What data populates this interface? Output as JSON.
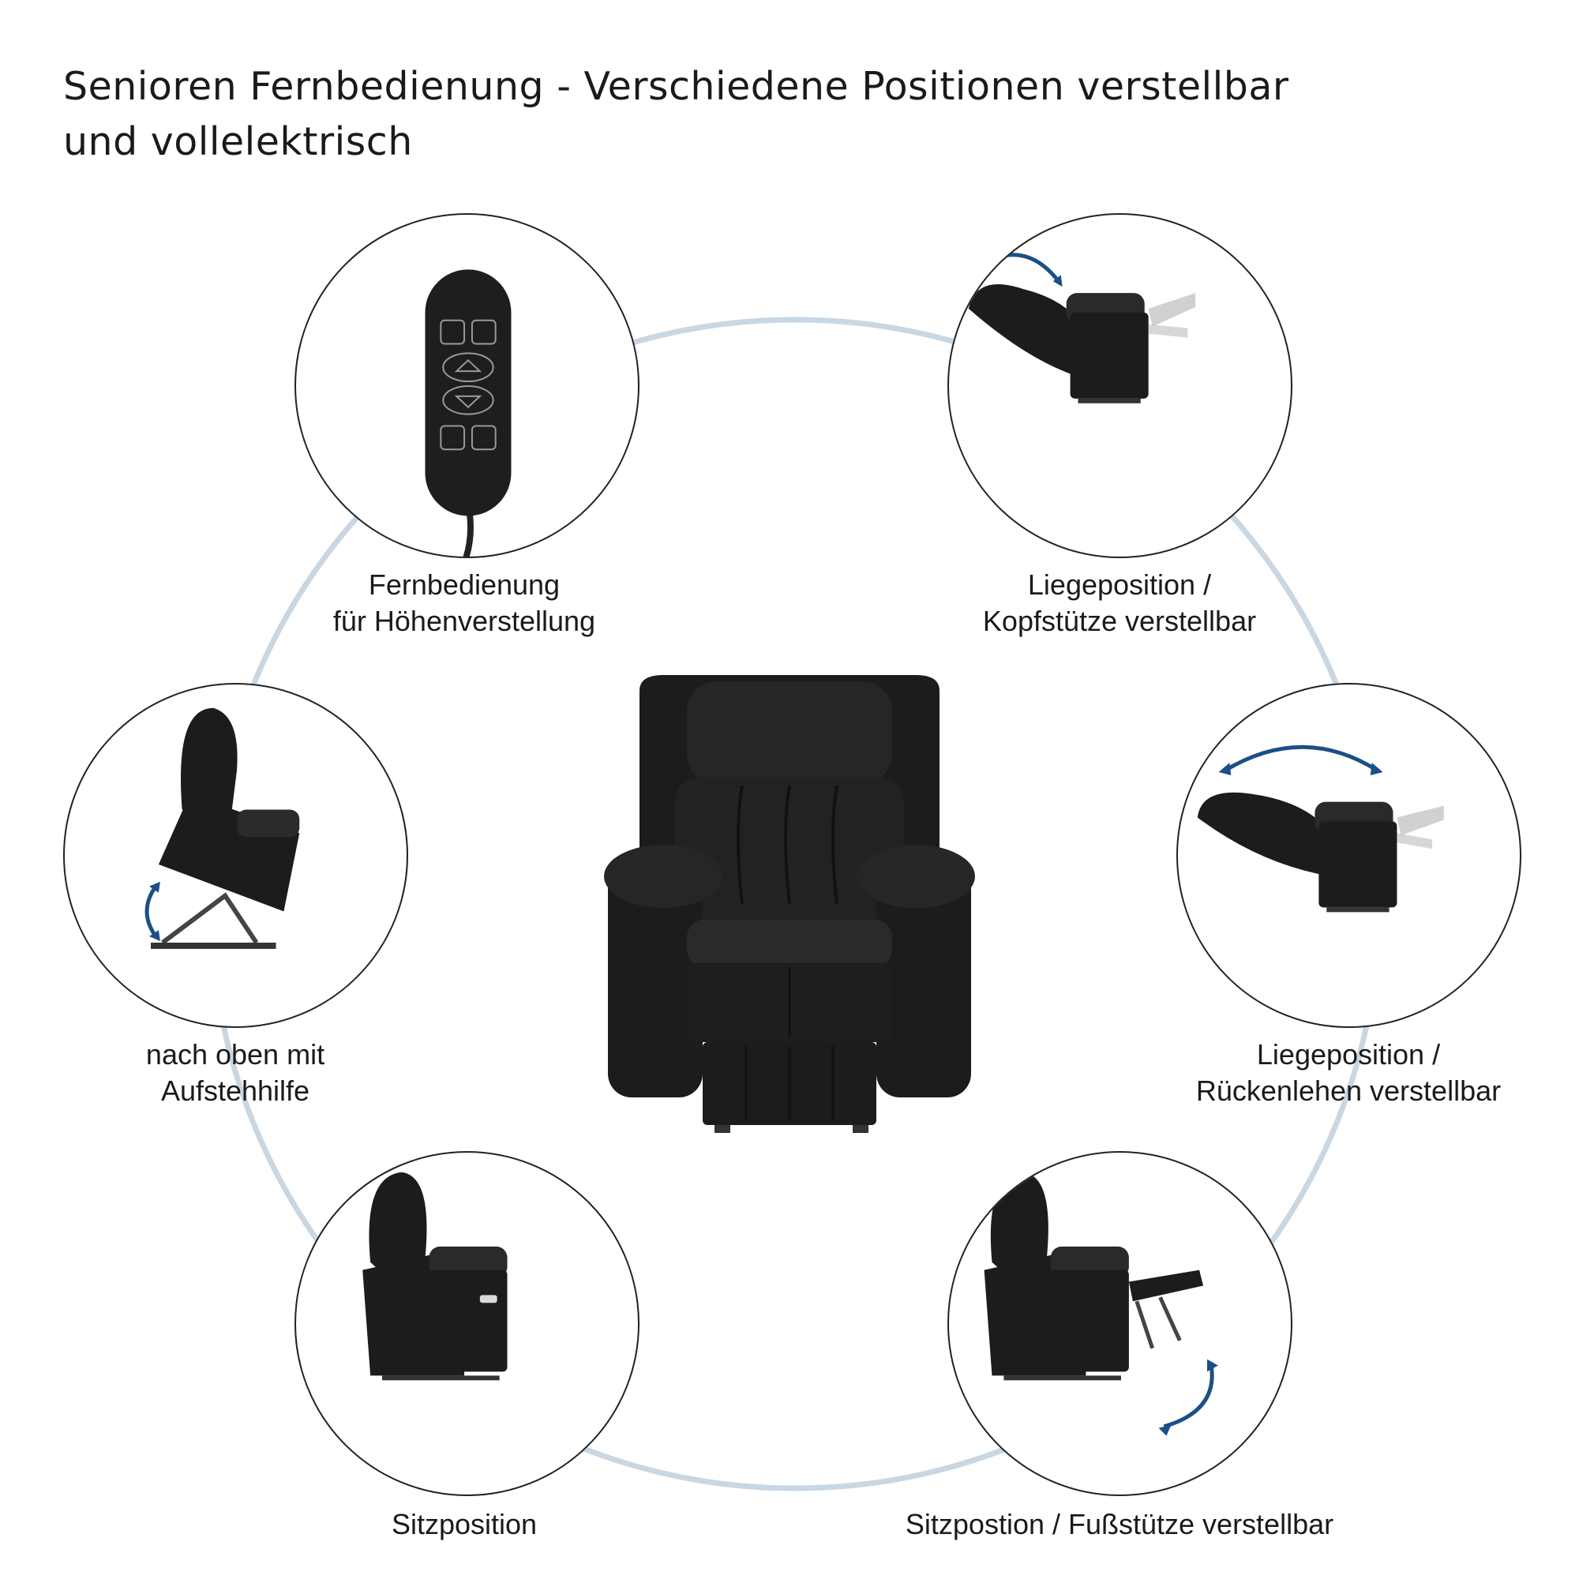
{
  "title": {
    "line1": "Senioren Fernbedienung - Verschiedene Positionen verstellbar",
    "line2": "und vollelektrisch"
  },
  "accent_ring_color": "#c9d7e3",
  "arrow_color": "#1b4f86",
  "chair_color": "#1c1c1c",
  "positions": [
    {
      "icon": "remote-control-icon",
      "caption": [
        "Fernbedienung",
        "für Höhenverstellung"
      ]
    },
    {
      "icon": "reclined-headrest-chair-icon",
      "caption": [
        "Liegeposition /",
        "Kopfstütze verstellbar"
      ]
    },
    {
      "icon": "lift-assist-chair-icon",
      "caption": [
        "nach oben mit",
        "Aufstehhilfe"
      ]
    },
    {
      "icon": "reclined-backrest-chair-icon",
      "caption": [
        "Liegeposition /",
        "Rückenlehen verstellbar"
      ]
    },
    {
      "icon": "seated-chair-icon",
      "caption": [
        "Sitzposition"
      ]
    },
    {
      "icon": "footrest-chair-icon",
      "caption": [
        "Sitzpostion / Fußstütze verstellbar"
      ]
    }
  ],
  "center_product": {
    "icon": "recliner-chair-front-icon"
  }
}
